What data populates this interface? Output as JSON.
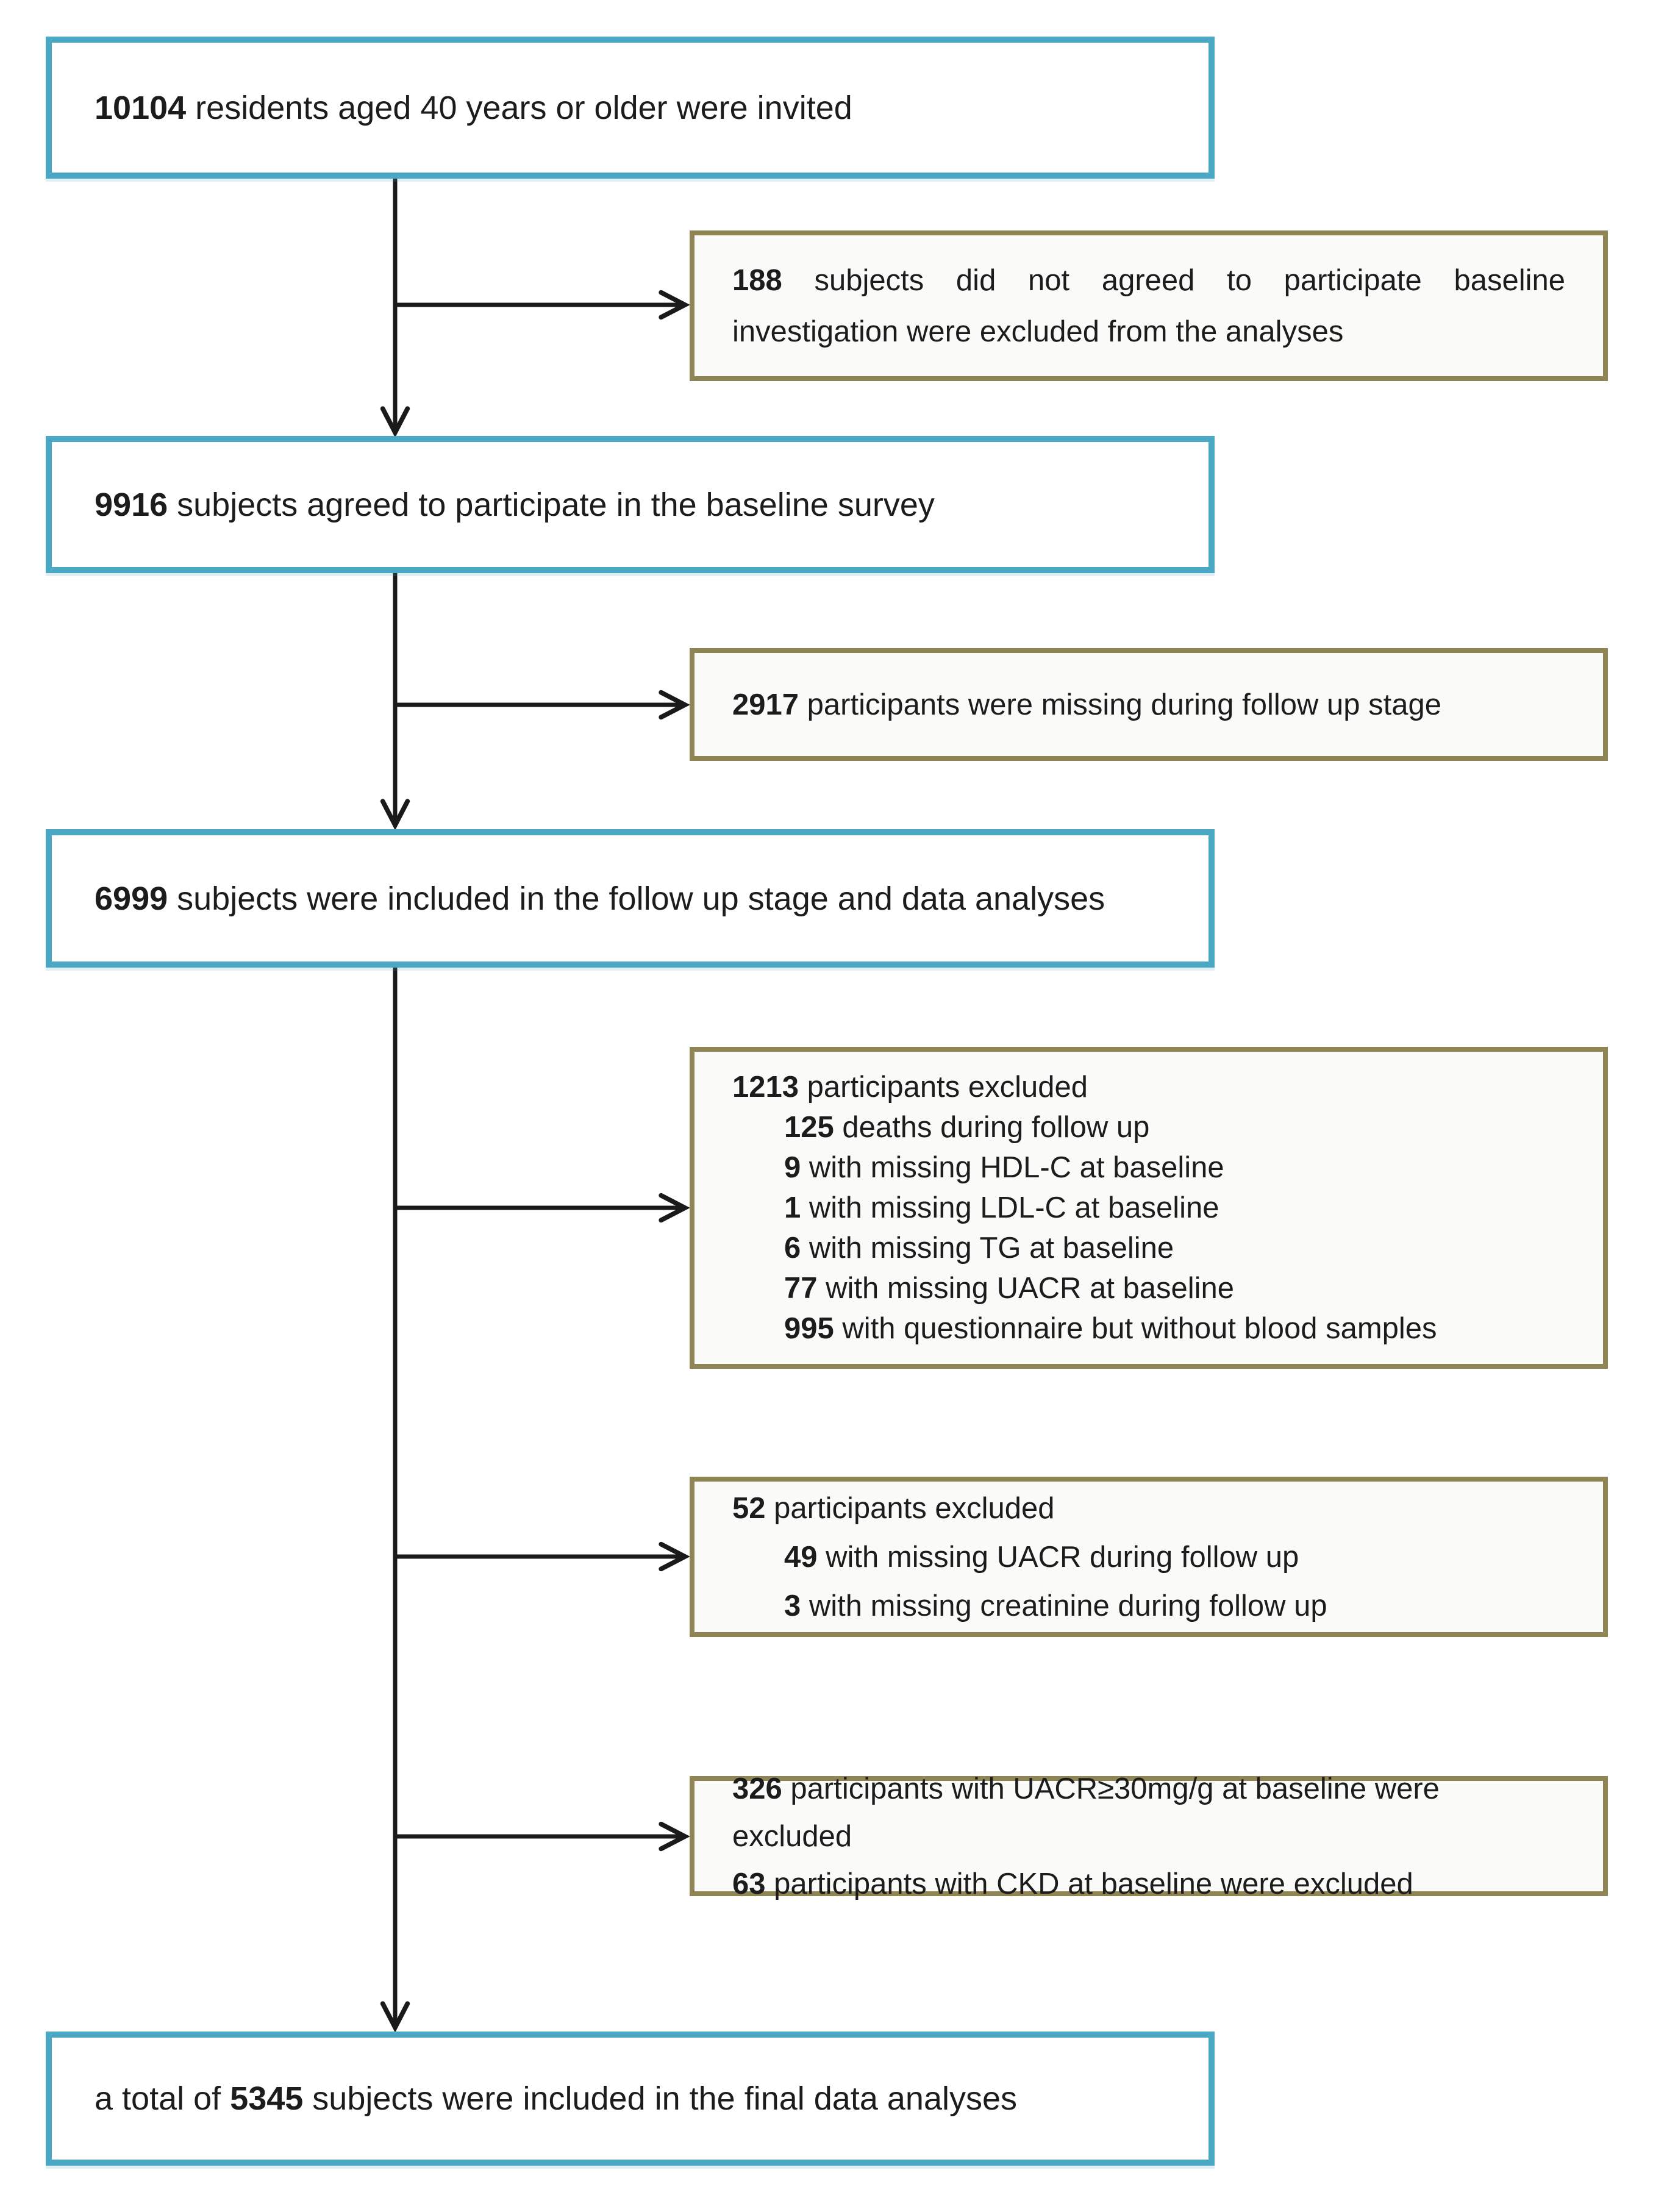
{
  "palette": {
    "flow_box_border": "#4BA8C5",
    "flow_box_fill": "#FFFFFF",
    "exclusion_box_border": "#8F8454",
    "exclusion_box_fill": "#FAFAF8",
    "arrow_color": "#1A1A1A",
    "text_color": "#1C1C1C"
  },
  "flow_boxes": {
    "invited": {
      "count": "10104",
      "label": " residents aged 40 years or older were invited"
    },
    "baseline": {
      "count": "9916",
      "label": " subjects agreed to participate in the baseline survey"
    },
    "followup": {
      "count": "6999",
      "label": " subjects were included in the follow up stage and data analyses"
    },
    "final": {
      "prefix": "a total of ",
      "count": "5345",
      "suffix": " subjects were included in the final data analyses"
    }
  },
  "exclusion_boxes": {
    "not_agreed": {
      "line1": {
        "count": "188",
        "text": " subjects did not agreed to participate baseline"
      },
      "line2": "investigation were excluded from the analyses"
    },
    "missing_followup": {
      "count": "2917",
      "text": " participants were missing during follow up stage"
    },
    "excluded_1213": {
      "lines": [
        {
          "count": "1213",
          "text": " participants excluded"
        },
        {
          "count": "125",
          "text": " deaths during follow up"
        },
        {
          "count": "9",
          "text": " with missing HDL-C at baseline"
        },
        {
          "count": "1",
          "text": " with missing LDL-C at baseline"
        },
        {
          "count": "6",
          "text": " with missing TG at baseline"
        },
        {
          "count": "77",
          "text": " with missing UACR at baseline"
        },
        {
          "count": "995",
          "text": " with questionnaire but without blood samples"
        }
      ]
    },
    "excluded_52": {
      "lines": [
        {
          "count": "52",
          "text": " participants excluded"
        },
        {
          "count": "49",
          "text": " with missing UACR during follow up"
        },
        {
          "count": "3",
          "text": " with missing creatinine during follow up"
        }
      ]
    },
    "uacr_ckd": {
      "lines": [
        {
          "count": "326",
          "text": " participants with UACR≥30mg/g at baseline were excluded"
        },
        {
          "count": "63",
          "text": " participants with CKD at baseline were excluded"
        }
      ]
    }
  }
}
